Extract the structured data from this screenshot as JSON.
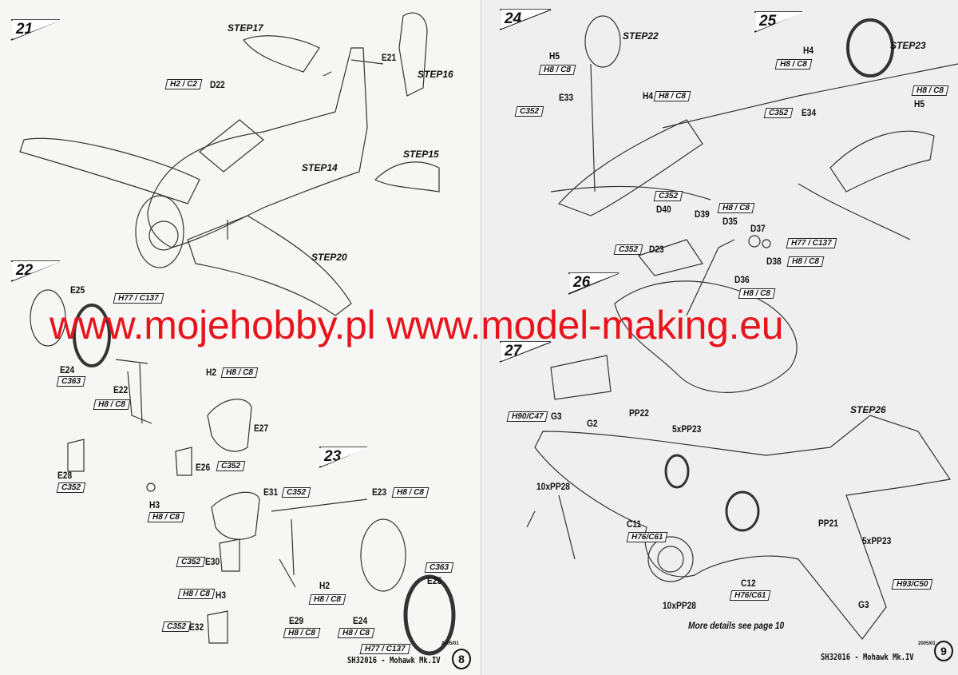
{
  "left_page": {
    "steps": [
      "21",
      "22",
      "23"
    ],
    "step_refs": [
      "STEP17",
      "STEP16",
      "STEP15",
      "STEP14",
      "STEP20"
    ],
    "labels": [
      "E21",
      "D22",
      "E25",
      "E24",
      "E22",
      "H2",
      "E27",
      "E26",
      "E28",
      "H3",
      "E31",
      "E23",
      "E30",
      "H3",
      "H2",
      "E29",
      "E24",
      "E25"
    ],
    "codes": [
      "H2 / C2",
      "H77 / C137",
      "C363",
      "H8 / C8",
      "H8 / C8",
      "C352",
      "C352",
      "H8 / C8",
      "C352",
      "H8 / C8",
      "C352",
      "H8 / C8",
      "H8 / C8",
      "H8 / C8",
      "H8 / C8",
      "C363",
      "H77 / C137",
      "C352"
    ],
    "e32": "E32",
    "footer": "SH32016 - Mohawk Mk.IV",
    "date": "2005/01",
    "page_number": "8"
  },
  "right_page": {
    "steps": [
      "24",
      "25",
      "26",
      "27"
    ],
    "step_refs": [
      "STEP22",
      "STEP23",
      "STEP26"
    ],
    "labels": [
      "H5",
      "E33",
      "H4",
      "H4",
      "H5",
      "E34",
      "D40",
      "D39",
      "D35",
      "D37",
      "D23",
      "D38",
      "D36",
      "G3",
      "PP22",
      "G2",
      "5xPP23",
      "10xPP28",
      "C11",
      "PP21",
      "5xPP23",
      "C12",
      "10xPP28",
      "G3"
    ],
    "codes": [
      "H8 / C8",
      "C352",
      "H8 / C8",
      "H8 / C8",
      "H8 / C8",
      "C352",
      "C352",
      "H8 / C8",
      "H77 / C137",
      "C352",
      "H8 / C8",
      "H8 / C8",
      "H90/C47",
      "H76/C61",
      "H76/C61",
      "H93/C50"
    ],
    "note": "More details see page 10",
    "footer": "SH32016 - Mohawk Mk.IV",
    "date": "2005/01",
    "page_number": "9"
  },
  "watermark": "www.mojehobby.pl www.model-making.eu"
}
